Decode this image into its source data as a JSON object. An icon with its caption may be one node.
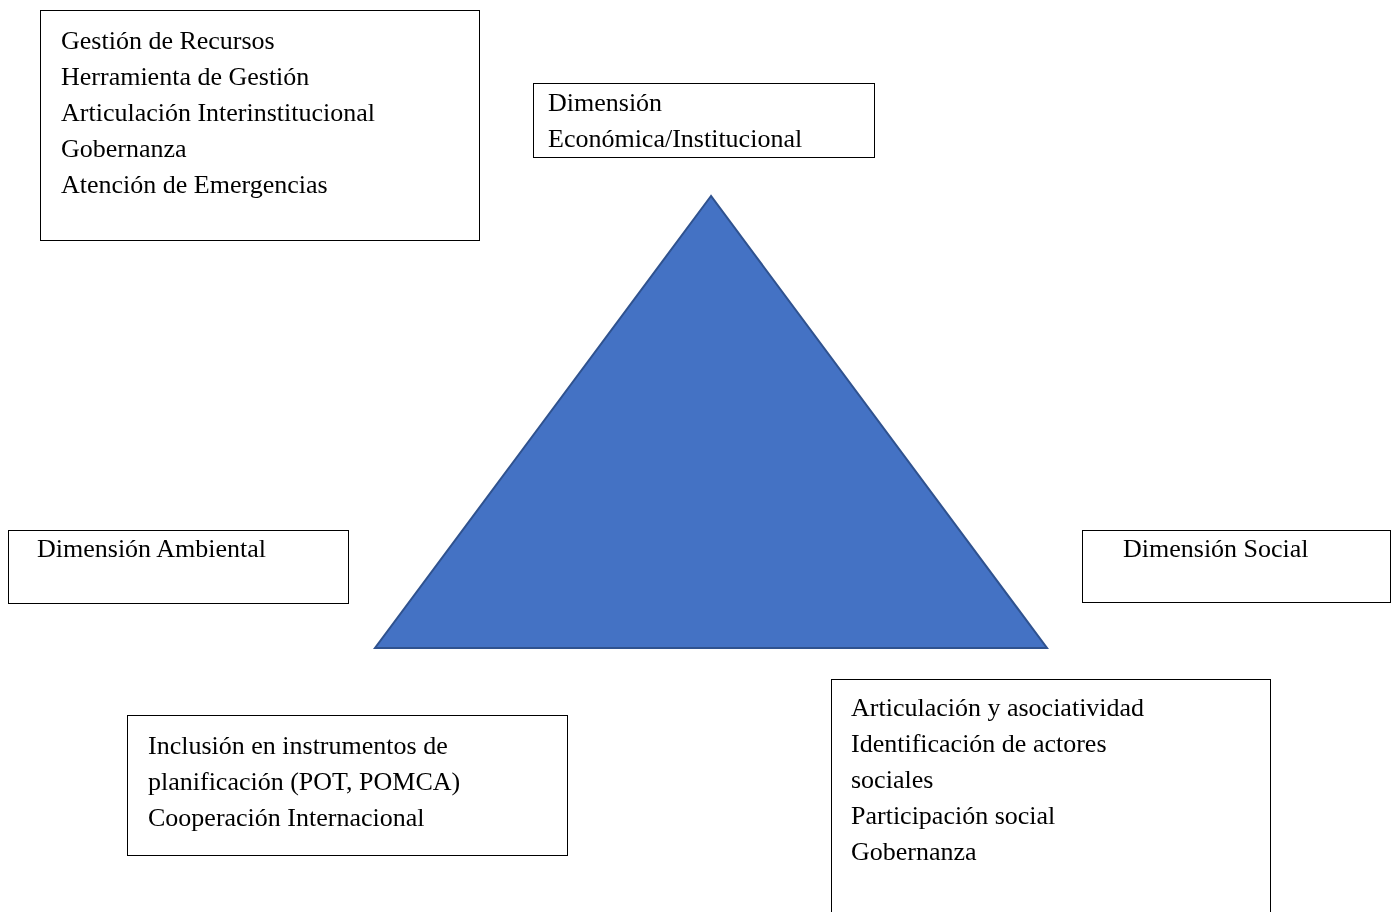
{
  "diagram": {
    "nodes": [
      {
        "text": [
          "Gestión de Recursos",
          "Herramienta de Gestión",
          "Articulación Interinstitucional",
          "Gobernanza",
          "Atención de Emergencias"
        ]
      },
      {
        "text": [
          "Dimensión Económica/Institucional"
        ]
      },
      {
        "text": [],
        "shape": "triangle"
      },
      {
        "text": [
          "Dimensión Ambiental"
        ]
      },
      {
        "text": [
          "Dimensión Social"
        ]
      },
      {
        "text": [
          "Inclusión en instrumentos de planificación (POT, POMCA)",
          "Cooperación Internacional"
        ]
      },
      {
        "text": [
          "Articulación y asociatividad",
          "Identificación de actores sociales",
          "Participación social",
          "Gobernanza"
        ]
      }
    ]
  }
}
